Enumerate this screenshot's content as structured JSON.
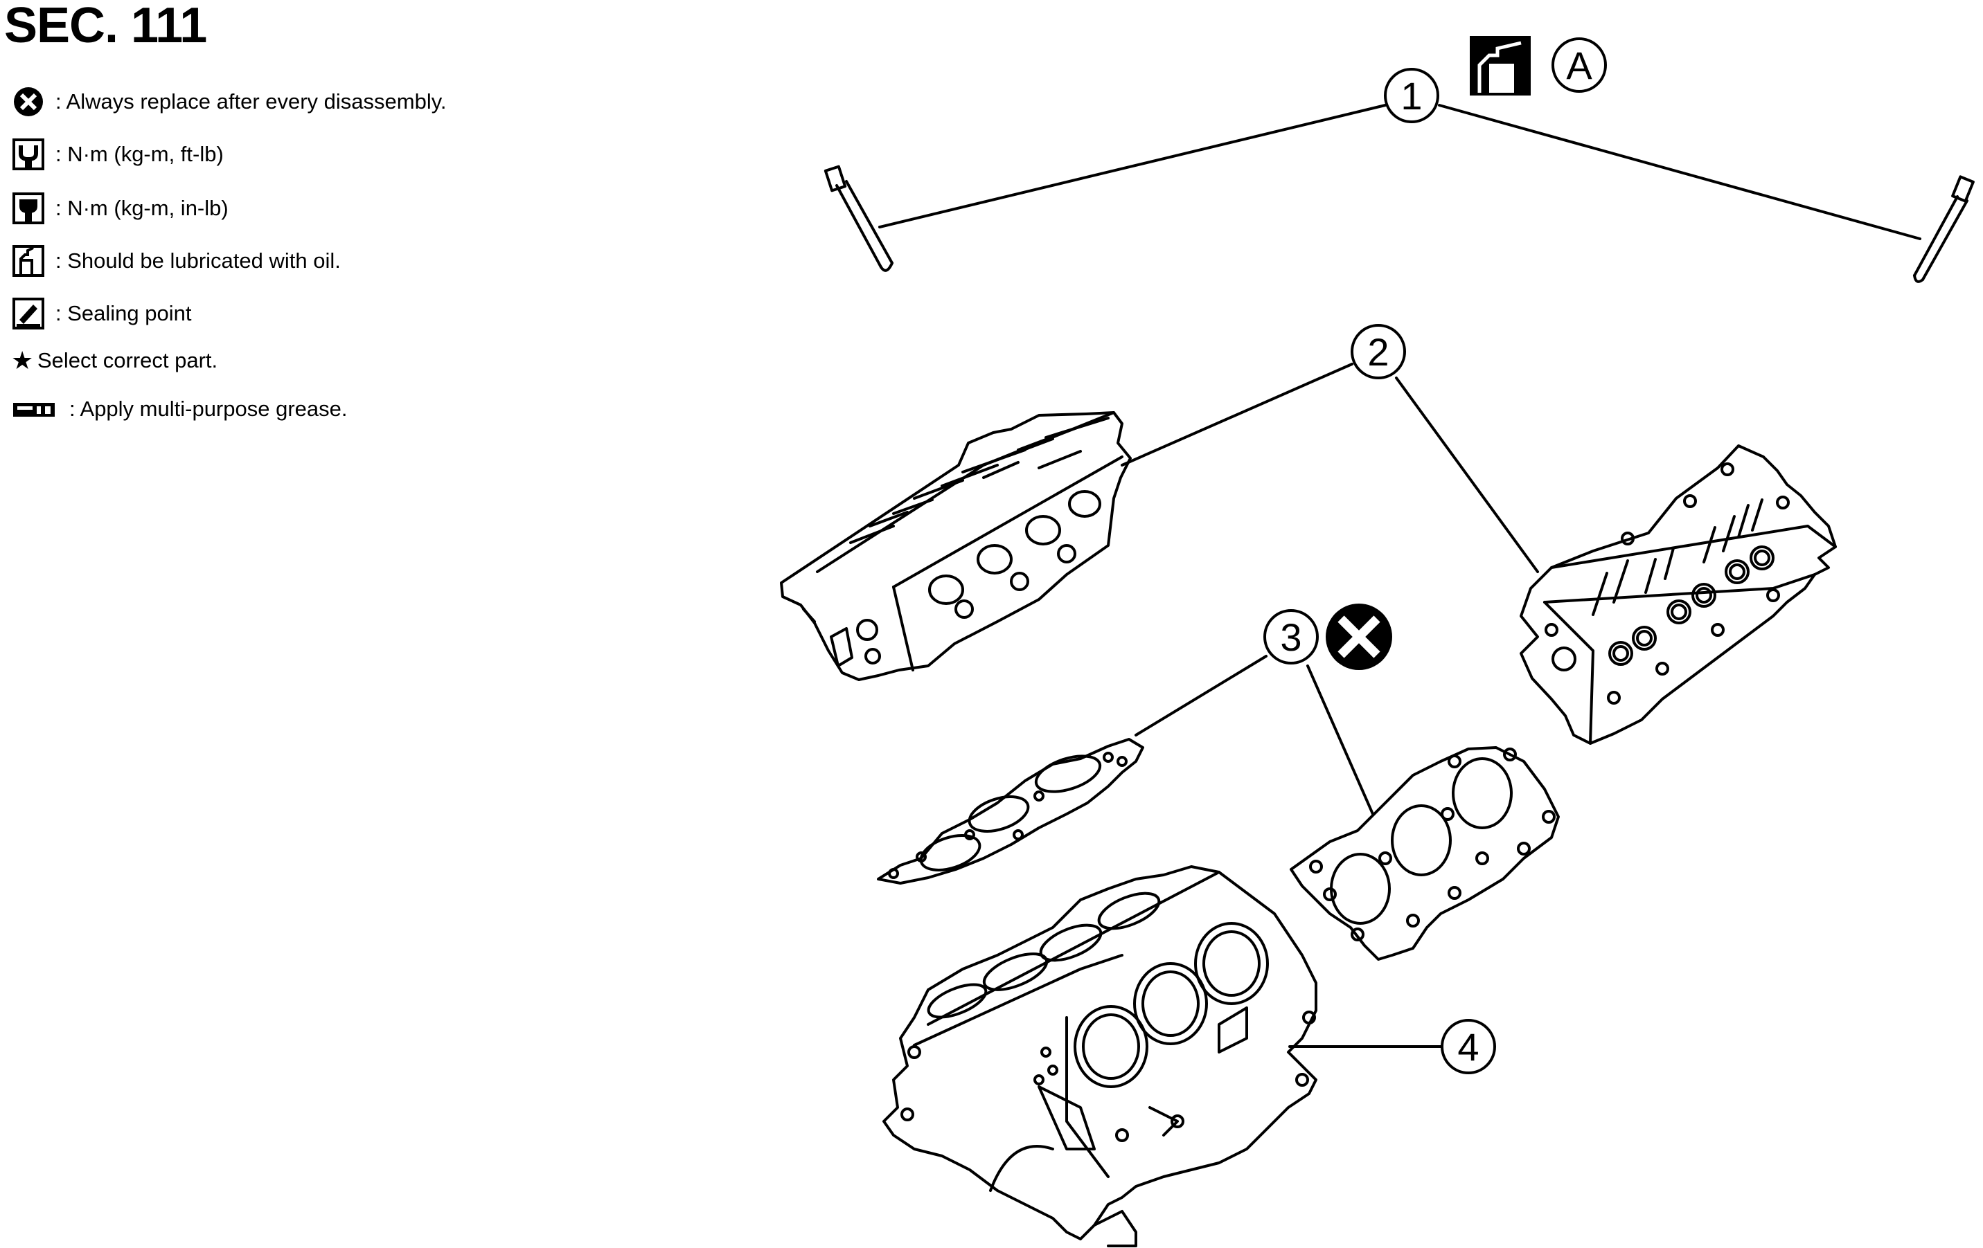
{
  "header": {
    "section": "SEC. 111"
  },
  "legend": [
    {
      "icon": "always-replace-icon",
      "text": ": Always replace after every disassembly."
    },
    {
      "icon": "torque-ft-lb-icon",
      "text": ": N·m (kg-m, ft-lb)"
    },
    {
      "icon": "torque-in-lb-icon",
      "text": ": N·m (kg-m, in-lb)"
    },
    {
      "icon": "oil-can-icon",
      "text": ": Should be lubricated with oil."
    },
    {
      "icon": "sealing-point-icon",
      "text": ": Sealing point"
    },
    {
      "icon": "star-icon",
      "text": "Select correct part."
    },
    {
      "icon": "grease-icon",
      "text": ": Apply multi-purpose grease."
    }
  ],
  "callouts": {
    "c1": "1",
    "c2": "2",
    "c3": "3",
    "c4": "4"
  },
  "note_letter": "A",
  "parts": [
    "cylinder-head-bolt",
    "cylinder-head",
    "cylinder-head-gasket",
    "cylinder-block"
  ]
}
